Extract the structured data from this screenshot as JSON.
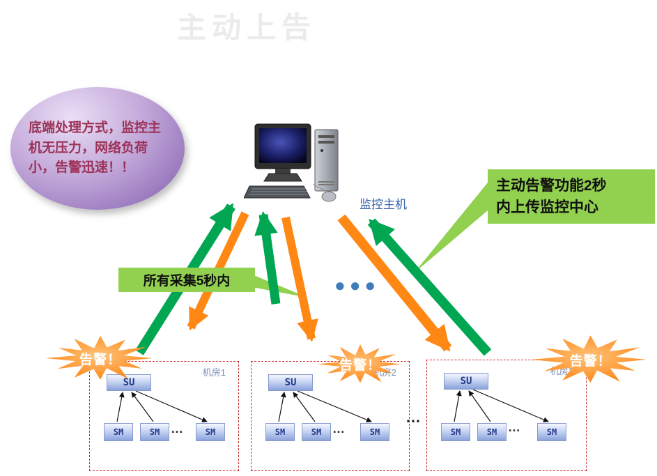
{
  "title": "主动上告",
  "left_callout": {
    "text": "底端处理方式，监控主机无压力，网络负荷小，告警迅速！！"
  },
  "host": {
    "label": "监控主机"
  },
  "right_callout": {
    "line1": "主动告警功能2秒",
    "line2": "内上传监控中心"
  },
  "collect_banner": {
    "label": "所有采集5秒内"
  },
  "alerts": [
    {
      "label": "告警！"
    },
    {
      "label": "告警！"
    },
    {
      "label": "告警！"
    }
  ],
  "center_dots": "●●●",
  "rooms": [
    {
      "label": "机房1",
      "su": "SU",
      "sm": [
        "SM",
        "SM",
        "SM"
      ],
      "ellipsis": "…"
    },
    {
      "label": "机房2",
      "su": "SU",
      "sm": [
        "SM",
        "SM",
        "SM"
      ],
      "ellipsis": "…"
    },
    {
      "label": "机房3",
      "su": "SU",
      "sm": [
        "SM",
        "SM",
        "SM"
      ],
      "ellipsis": "…"
    }
  ],
  "more_rooms_ellipsis": "…",
  "colors": {
    "accent_green": "#92d050",
    "arrow_green": "#00a651",
    "arrow_orange": "#ff8714",
    "alert_orange": "#ffa040",
    "room_border": "#cc2a2a",
    "host_label_blue": "#3560a8",
    "callout_text": "#9c3257"
  }
}
